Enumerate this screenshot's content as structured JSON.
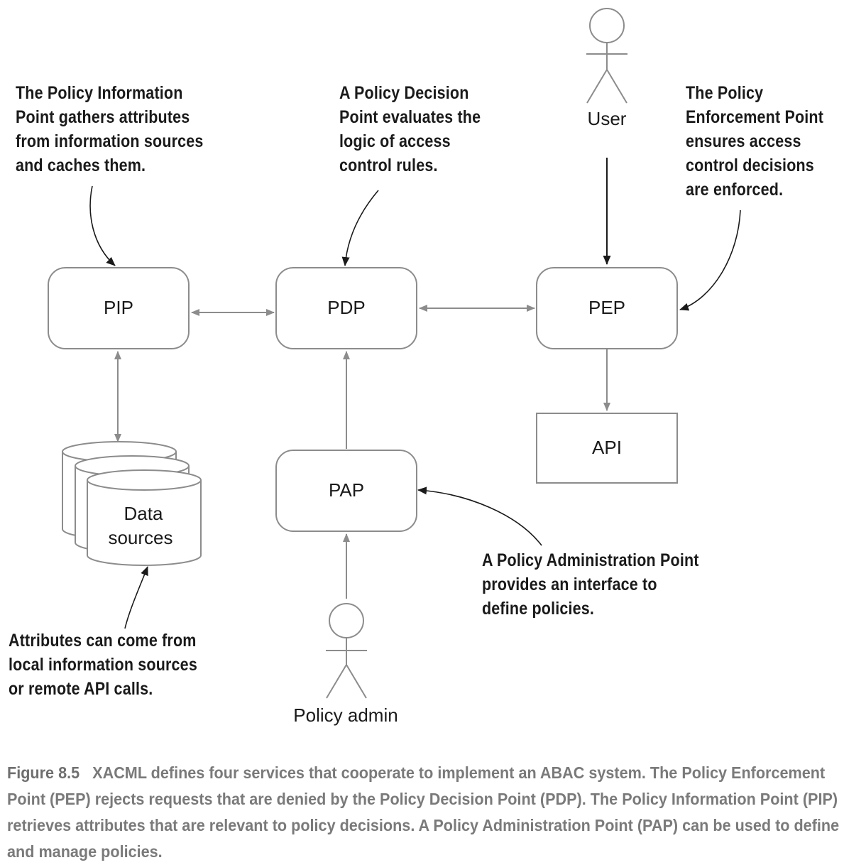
{
  "nodes": {
    "pip": "PIP",
    "pdp": "PDP",
    "pep": "PEP",
    "api": "API",
    "pap": "PAP",
    "data_sources_line1": "Data",
    "data_sources_line2": "sources"
  },
  "actors": {
    "user": "User",
    "policy_admin": "Policy admin"
  },
  "annotations": {
    "pip": "The Policy Information\nPoint gathers attributes\nfrom information sources\nand caches them.",
    "pdp": "A Policy Decision\nPoint evaluates the\nlogic of access\ncontrol rules.",
    "pep": "The Policy\nEnforcement Point\nensures access\ncontrol decisions\nare enforced.",
    "pap": "A Policy Administration Point\nprovides an interface to\ndefine policies.",
    "data_sources": "Attributes can come from\nlocal information sources\nor remote API calls."
  },
  "caption": {
    "number": "Figure 8.5",
    "text": "XACML defines four services that cooperate to implement an ABAC system. The Policy Enforcement Point (PEP) rejects requests that are denied by the Policy Decision Point (PDP). The Policy Information Point (PIP) retrieves attributes that are relevant to policy decisions. A Policy Administration Point (PAP) can be used to define and manage policies."
  },
  "colors": {
    "box_stroke": "#8c8c8c",
    "connector": "#8c8c8c",
    "annotation_arrow": "#1a1a1a",
    "caption": "#7a7a7a"
  }
}
